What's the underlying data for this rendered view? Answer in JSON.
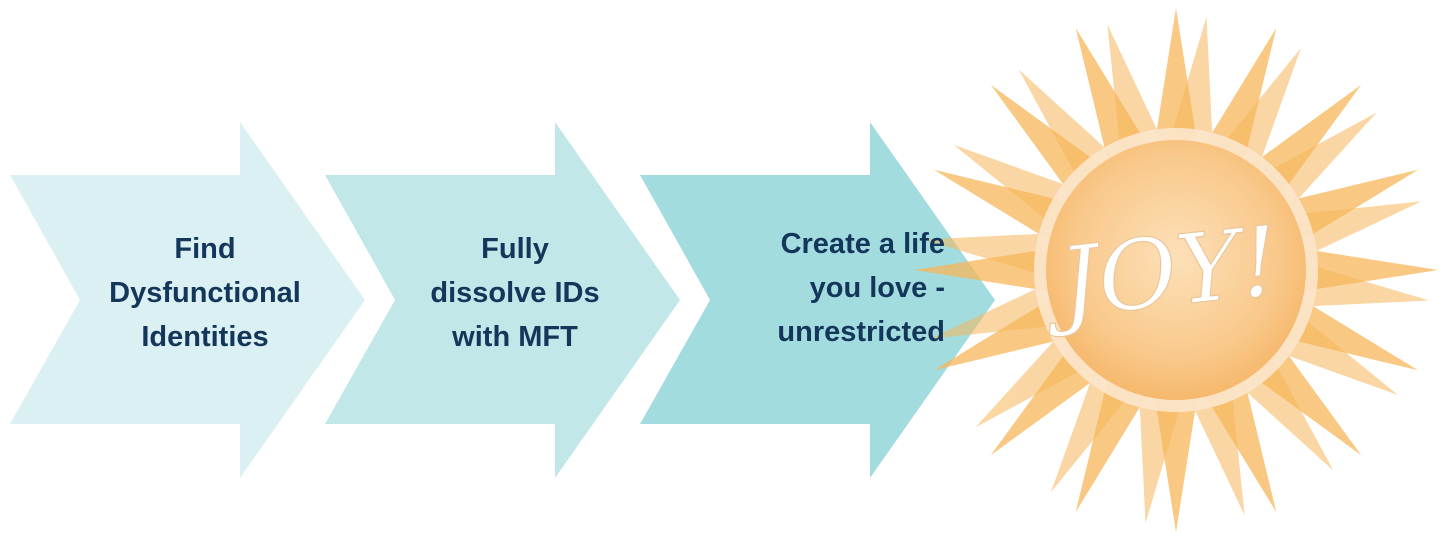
{
  "steps": [
    {
      "lines": [
        "Find",
        "Dysfunctional",
        "Identities"
      ],
      "color": "#daf0f2"
    },
    {
      "lines": [
        "Fully",
        "dissolve IDs",
        "with MFT"
      ],
      "color": "#c2e7e9"
    },
    {
      "lines": [
        "Create a life",
        "you love -",
        "unrestricted"
      ],
      "color": "#a3dcde"
    }
  ],
  "sun": {
    "word": "JOY!",
    "ray_color": "#f7b65a",
    "disc_color": "#f9c98c"
  },
  "colors": {
    "text": "#14365a"
  }
}
